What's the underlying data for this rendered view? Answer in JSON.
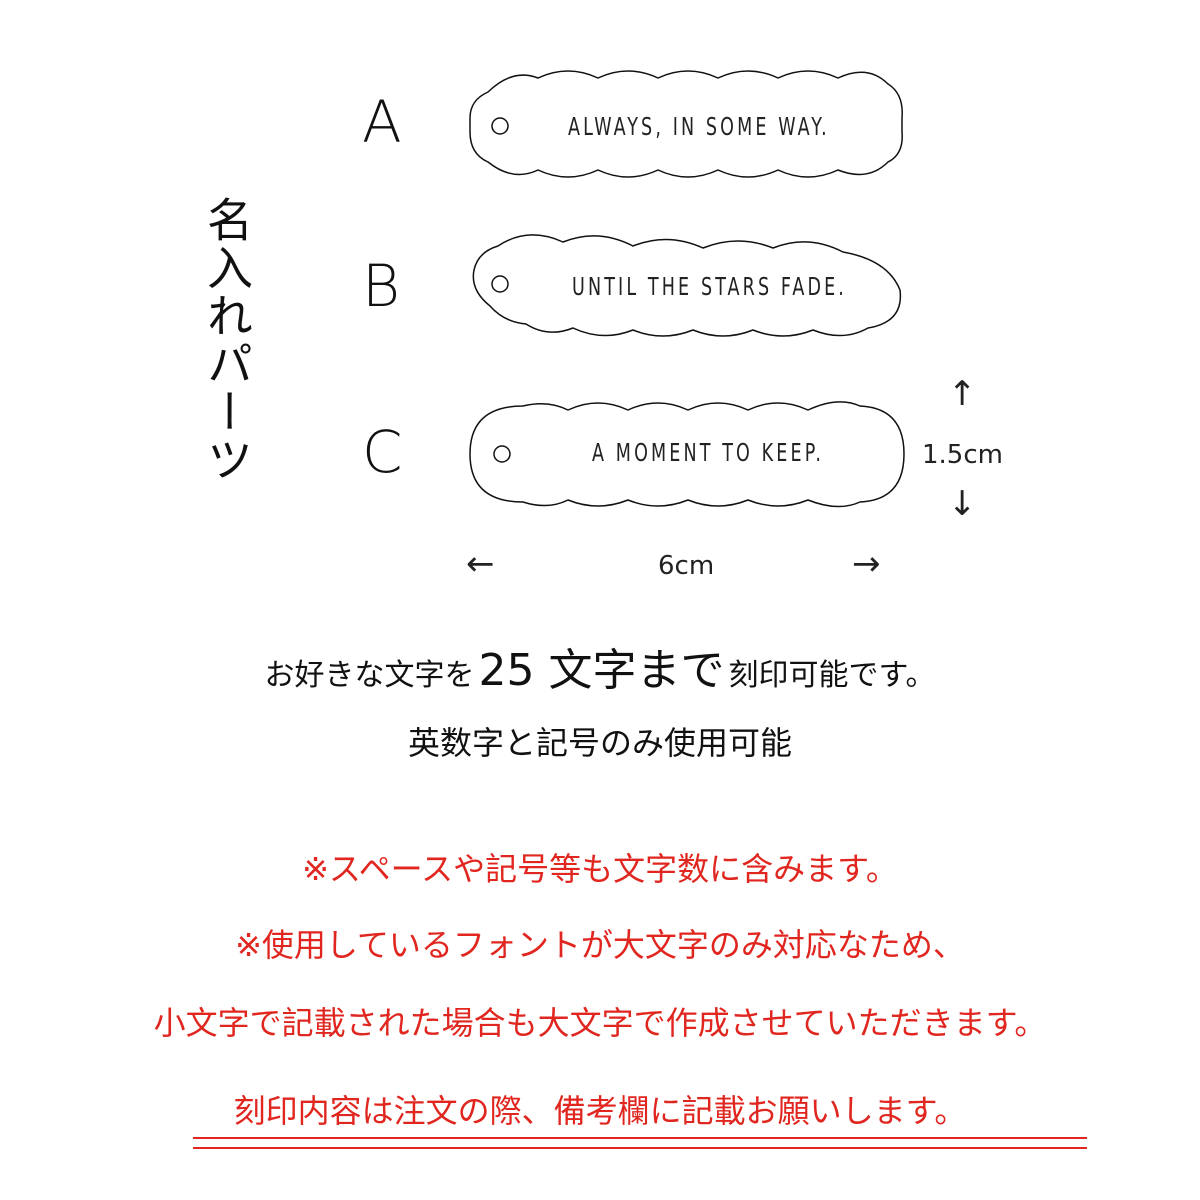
{
  "title_vertical": "名入れパーツ",
  "tags": [
    {
      "letter": "A",
      "text": "ALWAYS, IN SOME WAY."
    },
    {
      "letter": "B",
      "text": "UNTIL THE STARS FADE."
    },
    {
      "letter": "C",
      "text": "A MOMENT TO KEEP."
    }
  ],
  "dimensions": {
    "height": "1.5cm",
    "width": "6cm",
    "arrow_up": "↑",
    "arrow_down": "↓",
    "arrow_left": "←",
    "arrow_right": "→"
  },
  "info": {
    "line1_a": "お好きな文字を",
    "line1_b": "25 文字まで",
    "line1_c": "刻印可能です。",
    "line2": "英数字と記号のみ使用可能"
  },
  "notes": {
    "note1": "※スペースや記号等も文字数に含みます。",
    "note2": "※使用しているフォントが大文字のみ対応なため、",
    "note3": "小文字で記載された場合も大文字で作成させていただきます。",
    "note4": "刻印内容は注文の際、備考欄に記載お願いします。"
  },
  "colors": {
    "accent_red": "#e0261f",
    "text": "#111111"
  }
}
